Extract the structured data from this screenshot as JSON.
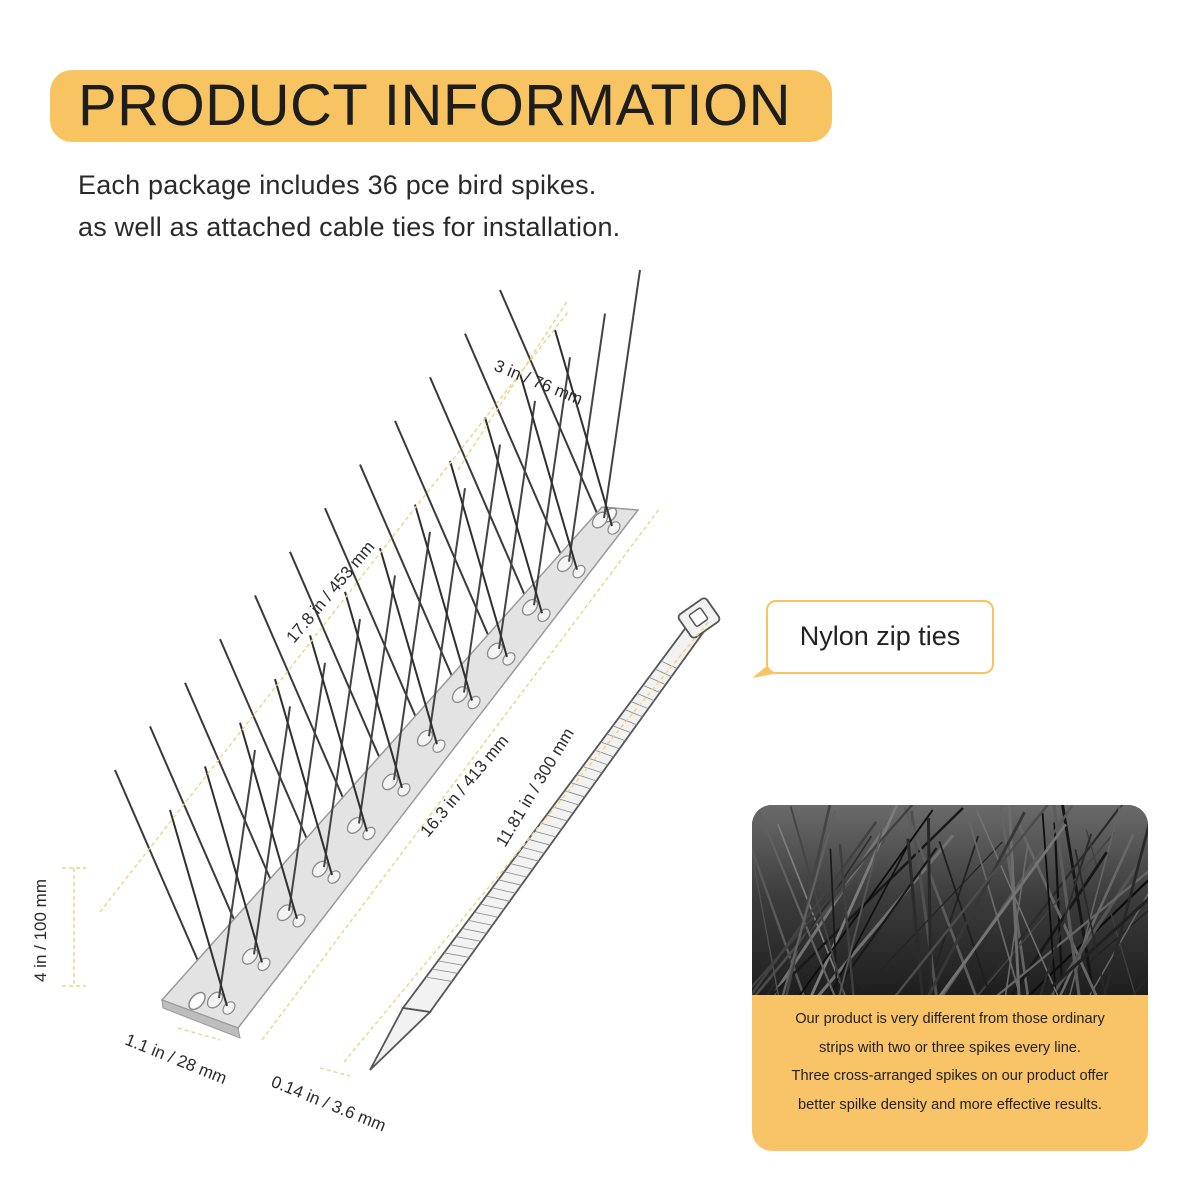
{
  "header": {
    "title": "PRODUCT INFORMATION",
    "intro_lines": [
      "Each package includes 36 pce bird spikes.",
      "as well as attached cable ties for installation."
    ]
  },
  "dimensions": {
    "spike_height": "3 in / 76 mm",
    "strip_length": "17.8 in / 453 mm",
    "base_length": "16.3 in / 413 mm",
    "zip_tie_length": "11.81 in / 300 mm",
    "total_height": "4 in / 100 mm",
    "base_width": "1.1 in / 28 mm",
    "zip_tie_width": "0.14 in / 3.6 mm"
  },
  "callout": {
    "label": "Nylon zip ties"
  },
  "feature_panel": {
    "lines": [
      "Our product is very different from those ordinary",
      "strips with two or three spikes every line.",
      "Three cross-arranged spikes on our product offer",
      "better spilke density and more effective results."
    ]
  },
  "colors": {
    "accent": "#f8c462",
    "panel_bg": "#f9c367",
    "text": "#222222",
    "metal": "#d9d9d9",
    "spike": "#3a3a3a"
  },
  "icons": {
    "bird_spike_strip": "bird-spike-strip-illustration",
    "zip_tie": "zip-tie-illustration",
    "close_up_photo": "spikes-closeup-photo"
  }
}
